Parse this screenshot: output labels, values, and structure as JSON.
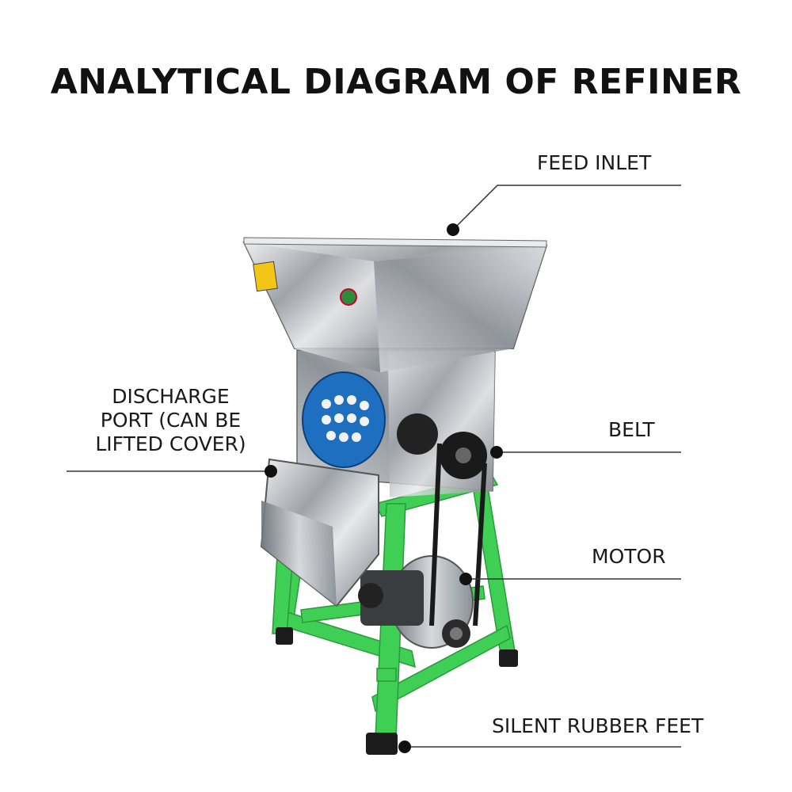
{
  "title": "ANALYTICAL DIAGRAM OF REFINER",
  "labels": {
    "feed_inlet": "FEED INLET",
    "belt": "BELT",
    "motor": "MOTOR",
    "rubber_feet": "SILENT RUBBER FEET",
    "discharge_line1": "DISCHARGE",
    "discharge_line2": "PORT (CAN BE",
    "discharge_line3": "LIFTED COVER)"
  },
  "colors": {
    "frame": "#3fcf55",
    "steel": "#c9ccd0",
    "belt": "#1a1a1a",
    "badge": "#1e6fc0",
    "leader": "#333333"
  }
}
